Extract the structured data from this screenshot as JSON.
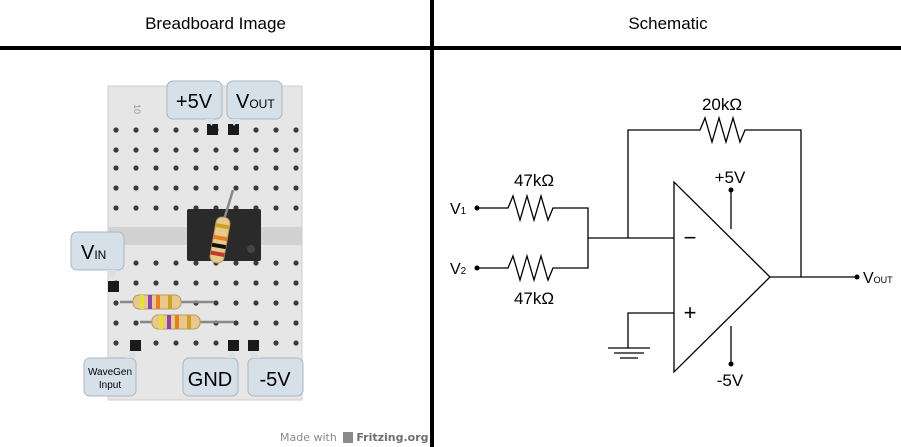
{
  "panels": {
    "breadboard": {
      "title": "Breadboard Image"
    },
    "schematic": {
      "title": "Schematic"
    }
  },
  "breadboard": {
    "callouts": {
      "plus5v": "+5V",
      "vout_main": "V",
      "vout_sub": "OUT",
      "vin_main": "V",
      "vin_sub": "IN",
      "wavegen_line1": "WaveGen",
      "wavegen_line2": "Input",
      "gnd": "GND",
      "minus5v": "-5V"
    },
    "column_label": "10",
    "credit": {
      "prefix": "Made with",
      "brand": "Fritzing.org"
    }
  },
  "schematic": {
    "r_feedback": "20kΩ",
    "r1": "47kΩ",
    "r2": "47kΩ",
    "v1_main": "V",
    "v1_sub": "1",
    "v2_main": "V",
    "v2_sub": "2",
    "vcc": "+5V",
    "vee": "-5V",
    "inv_sign": "−",
    "noninv_sign": "+",
    "vout_main": "V",
    "vout_sub": "OUT"
  },
  "colors": {
    "breadboard": "#e6e6e6",
    "callout": "#d6e0e9",
    "ic_body": "#2a2a2a",
    "resistor_body": "#e7c98c"
  }
}
